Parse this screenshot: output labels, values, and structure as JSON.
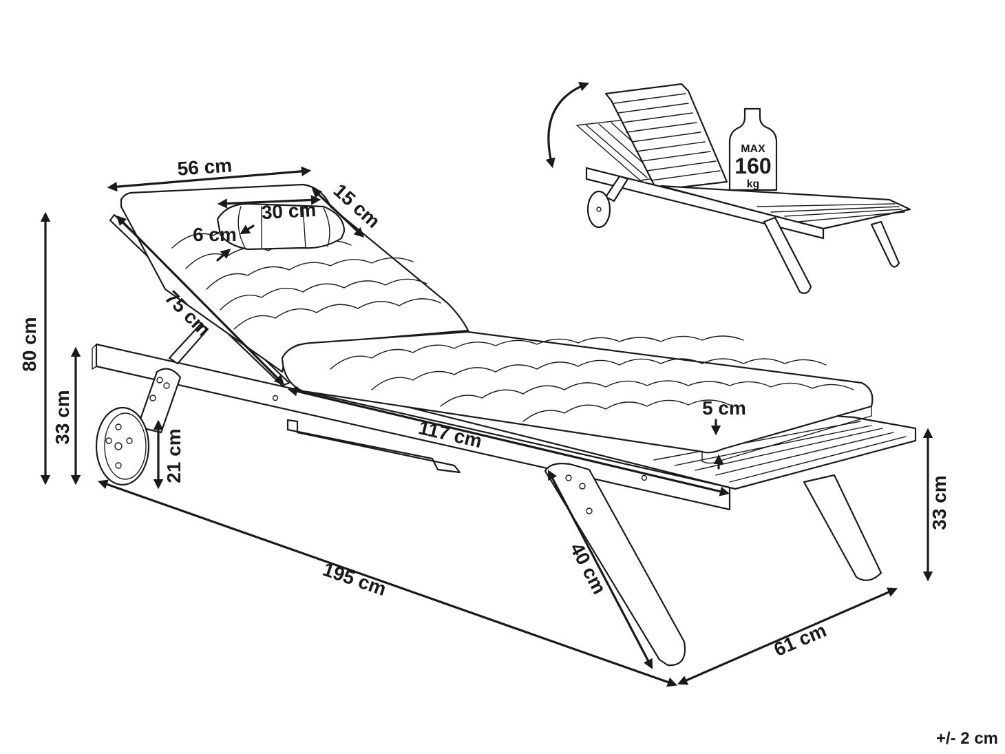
{
  "dimensions": {
    "backrest_width": "56 cm",
    "pillow_length": "30 cm",
    "pillow_depth": "15 cm",
    "pillow_height": "6 cm",
    "backrest_length": "75 cm",
    "total_height": "80 cm",
    "seat_height_left": "33 cm",
    "wheel_height": "21 cm",
    "cushion_length": "117 cm",
    "cushion_thickness": "5 cm",
    "total_length": "195 cm",
    "leg_length": "40 cm",
    "total_width": "61 cm",
    "seat_height_right": "33 cm"
  },
  "load_badge": {
    "max_label": "MAX",
    "value": "160",
    "unit": "kg"
  },
  "tolerance": "+/- 2 cm"
}
